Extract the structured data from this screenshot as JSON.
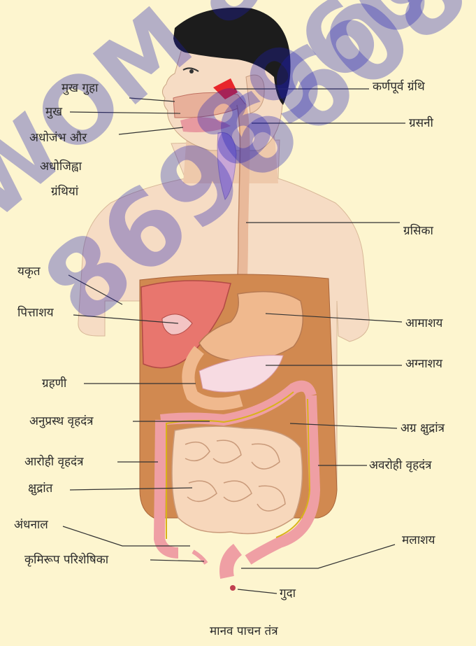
{
  "diagram": {
    "caption": "मानव पाचन तंत्र",
    "labels": {
      "mouth_cavity": "मुख गुहा",
      "mouth": "मुख",
      "sublingual_glands_1": "अधोजंभ और",
      "sublingual_glands_2": "अधोजिह्वा",
      "sublingual_glands_3": "ग्रंथियां",
      "parotid_gland": "कर्णपूर्व ग्रंथि",
      "pharynx": "ग्रसनी",
      "esophagus": "ग्रसिका",
      "liver": "यकृत",
      "gallbladder": "पित्ताशय",
      "stomach": "आमाशय",
      "pancreas": "अग्नाशय",
      "duodenum": "ग्रहणी",
      "transverse_colon": "अनुप्रस्थ वृहदंत्र",
      "jejunum": "अग्र क्षुद्रांत्र",
      "ascending_colon": "आरोही वृहदंत्र",
      "descending_colon": "अवरोही वृहदंत्र",
      "small_intestine": "क्षुद्रांत",
      "caecum": "अंधनाल",
      "appendix": "कृमिरूप परिशेषिका",
      "rectum": "मलाशय",
      "anus": "गुदा"
    },
    "watermark": {
      "line1": "WOM 8",
      "line2": "89608",
      "line3": "8696608"
    }
  }
}
